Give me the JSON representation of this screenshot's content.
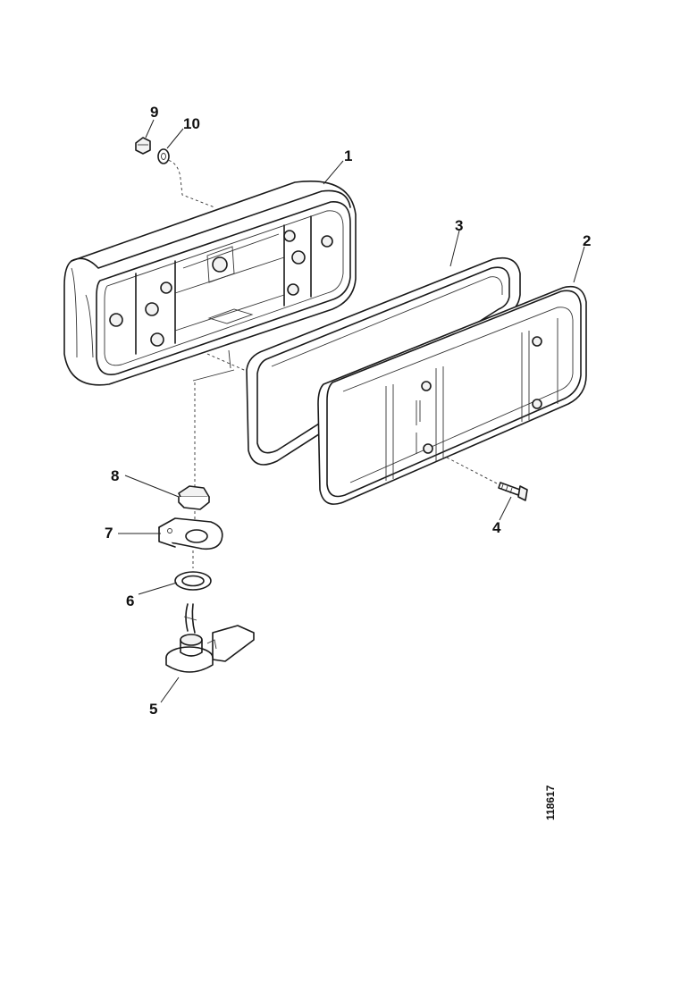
{
  "callouts": {
    "c1": "1",
    "c2": "2",
    "c3": "3",
    "c4": "4",
    "c5": "5",
    "c6": "6",
    "c7": "7",
    "c8": "8",
    "c9": "9",
    "c10": "10"
  },
  "reference_number": "118617"
}
